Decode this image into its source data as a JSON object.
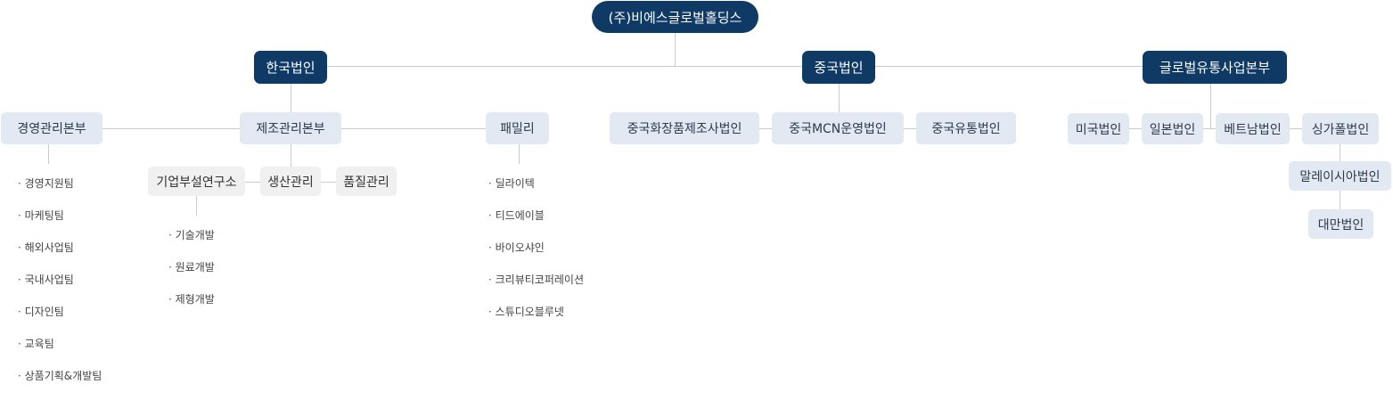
{
  "root": "(주)비에스글로벌홀딩스",
  "korea": {
    "title": "한국법인",
    "management": {
      "title": "경영관리본부",
      "teams": [
        "경영지원팀",
        "마케팅팀",
        "해외사업팀",
        "국내사업팀",
        "디자인팀",
        "교육팀",
        "상품기획&개발팀"
      ]
    },
    "manufacturing": {
      "title": "제조관리본부",
      "research": "기업부설연구소",
      "production": "생산관리",
      "quality": "품질관리",
      "research_teams": [
        "기술개발",
        "원료개발",
        "제형개발"
      ]
    },
    "family": {
      "title": "패밀리",
      "members": [
        "딜라이텍",
        "티드에이블",
        "바이오샤인",
        "크리뷰티코퍼레이션",
        "스튜디오블루넷"
      ]
    }
  },
  "china": {
    "title": "중국법인",
    "cosmetics": "중국화장품제조사법인",
    "mcn": "중국MCN운영법인",
    "distribution": "중국유통법인"
  },
  "global": {
    "title": "글로벌유통사업본부",
    "usa": "미국법인",
    "japan": "일본법인",
    "vietnam": "베트남법인",
    "singapore": "싱가폴법인",
    "malaysia": "말레이시아법인",
    "taiwan": "대만법인"
  }
}
